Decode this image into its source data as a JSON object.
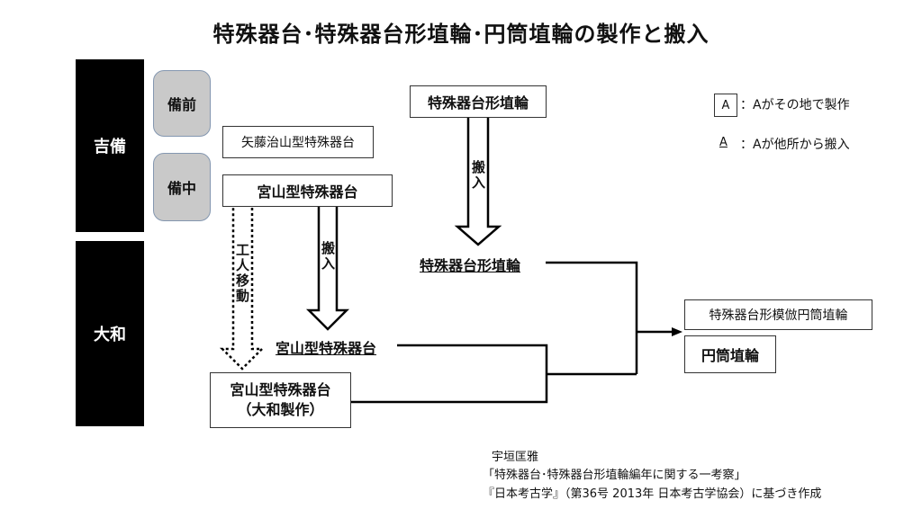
{
  "title": "特殊器台･特殊器台形埴輪･円筒埴輪の製作と搬入",
  "regions": {
    "kibi": "吉備",
    "yamato": "大和"
  },
  "provinces": {
    "bizen": "備前",
    "bitchu": "備中"
  },
  "boxes": {
    "yatou": "矢藤治山型特殊器台",
    "miyayama_kibi": "宮山型特殊器台",
    "tokushu_kidai_gata_kibi": "特殊器台形埴輪",
    "miyayama_yamato_line1": "宮山型特殊器台",
    "miyayama_yamato_line2": "（大和製作）",
    "mohou": "特殊器台形模倣円筒埴輪",
    "entou": "円筒埴輪"
  },
  "labels": {
    "tokushu_kidai_gata_yamato": "特殊器台形埴輪",
    "miyayama_yamato_imported": "宮山型特殊器台"
  },
  "arrows": {
    "hannyu_1": "搬入",
    "hannyu_2": "搬入",
    "koujin_idou": "工人移動"
  },
  "legend": {
    "made_key": "A",
    "made_text": "：Aがその地で製作",
    "imported_key": "A",
    "imported_text": "：Aが他所から搬入"
  },
  "citation": {
    "author": "宇垣匡雅",
    "article": "「特殊器台･特殊器台形埴輪編年に関する一考察」",
    "source": "『日本考古学』（第36号 2013年 日本考古学協会）に基づき作成"
  }
}
